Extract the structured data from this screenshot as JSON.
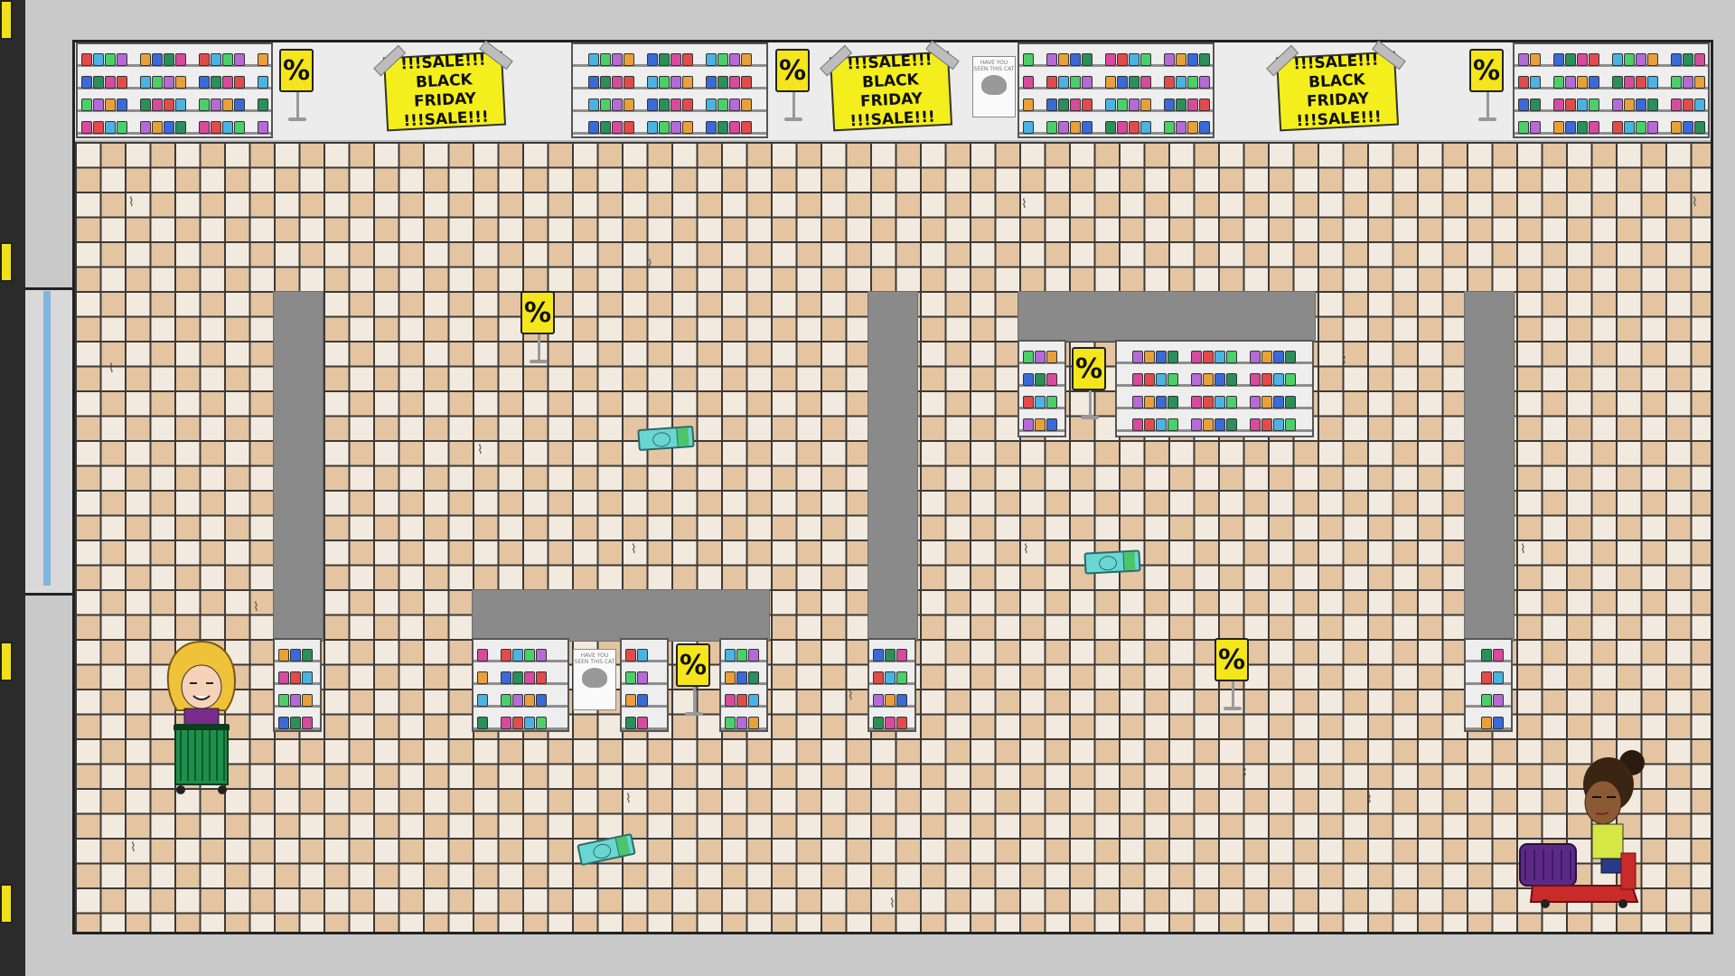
{
  "scene": {
    "sale_banner": {
      "line1": "!!!SALE!!!",
      "line2": "BLACK FRIDAY",
      "line3": "!!!SALE!!!"
    },
    "percent_symbol": "%",
    "poster_text": "HAVE YOU SEEN THIS CAT",
    "colors": {
      "floor_light": "#f3eadf",
      "floor_dark": "#e4c4a1",
      "sign_yellow": "#f4e61a",
      "counter_gray": "#8a8a8a",
      "wall": "#c9c9c9"
    }
  },
  "characters": {
    "left": {
      "name": "blonde-shopper",
      "cart_color": "#1e8f4a"
    },
    "right": {
      "name": "scooter-shopper",
      "cart_color": "#5b2a86"
    }
  },
  "items": [
    {
      "type": "cash-bundle-icon"
    },
    {
      "type": "cash-bundle-icon"
    },
    {
      "type": "cash-bundle-icon"
    }
  ]
}
